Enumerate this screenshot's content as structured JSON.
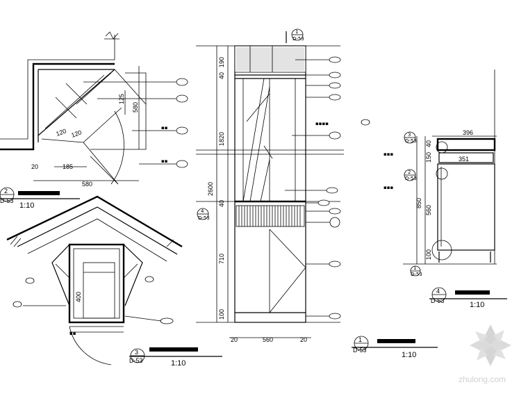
{
  "callouts": [
    {
      "num": "2",
      "ref": "D-53",
      "scale": "1:10"
    },
    {
      "num": "3",
      "ref": "D-53",
      "scale": "1:10"
    },
    {
      "num": "1",
      "ref": "D-53",
      "scale": "1:10"
    },
    {
      "num": "4",
      "ref": "D-53",
      "scale": "1:10"
    }
  ],
  "plan_dims": {
    "d580_side": "580",
    "d125": "125",
    "d185": "185",
    "d20": "20",
    "d580_bottom": "580",
    "d120a": "120",
    "d120b": "120"
  },
  "detail3_dims": {
    "d400": "400"
  },
  "elevation_dims": {
    "vertical": [
      "190",
      "40",
      "1820",
      "2600",
      "40",
      "710",
      "100"
    ],
    "bottom": [
      "20",
      "560",
      "20"
    ],
    "section_markers": [
      {
        "num": "1",
        "ref": "D-53"
      },
      {
        "num": "4",
        "ref": "D-53"
      }
    ]
  },
  "section4_dims": {
    "top": "396",
    "inner": "351",
    "v40": "40",
    "v150": "150",
    "v850": "850",
    "v560": "560",
    "v100": "100"
  },
  "section4_markers": [
    {
      "num": "3",
      "ref": "D-53"
    },
    {
      "num": "2",
      "ref": "D-53"
    },
    {
      "num": "1",
      "ref": "D-53"
    }
  ],
  "watermark": "zhulong.com"
}
